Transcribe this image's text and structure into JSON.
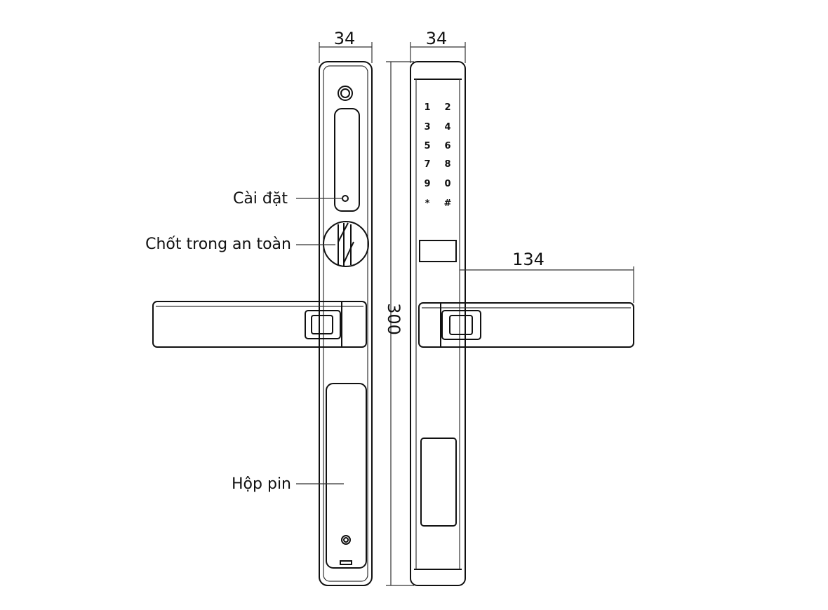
{
  "dimensions": {
    "front_width": "34",
    "back_width": "34",
    "height": "300",
    "handle_length": "134"
  },
  "labels": {
    "settings": "Cài đặt",
    "safety_latch": "Chốt trong an toàn",
    "battery_box": "Hộp pin"
  },
  "keypad": [
    "1",
    "2",
    "3",
    "4",
    "5",
    "6",
    "7",
    "8",
    "9",
    "0",
    "*",
    "#"
  ]
}
